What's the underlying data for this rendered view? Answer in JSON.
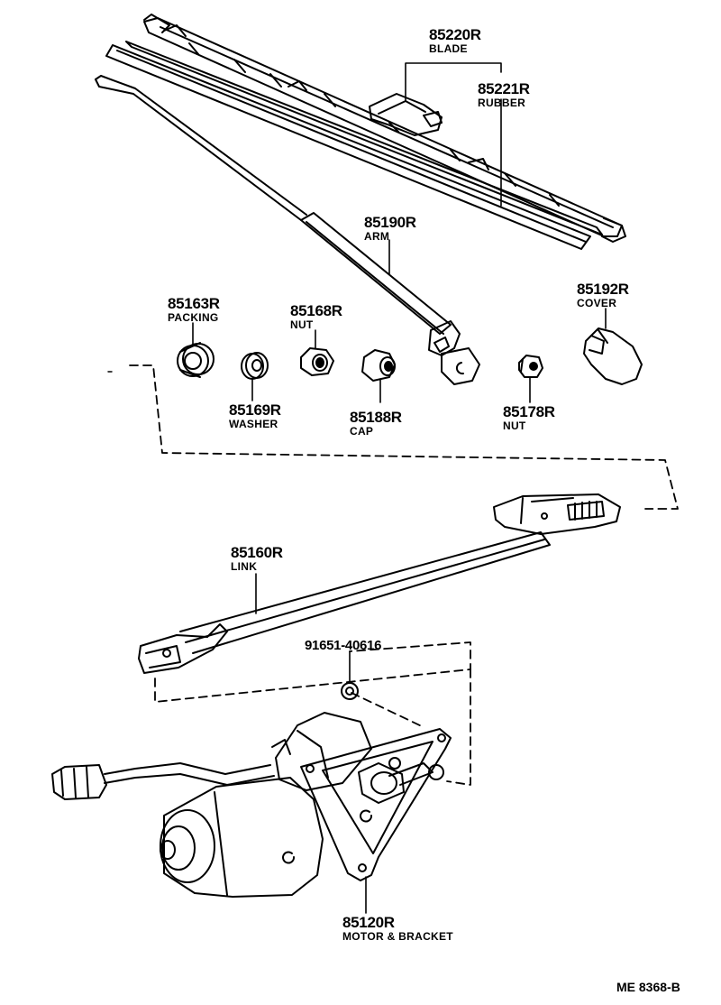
{
  "parts": {
    "blade": {
      "number": "85220R",
      "name": "BLADE"
    },
    "rubber": {
      "number": "85221R",
      "name": "RUBBER"
    },
    "arm": {
      "number": "85190R",
      "name": "ARM"
    },
    "packing": {
      "number": "85163R",
      "name": "PACKING"
    },
    "nut1": {
      "number": "85168R",
      "name": "NUT"
    },
    "cover": {
      "number": "85192R",
      "name": "COVER"
    },
    "washer": {
      "number": "85169R",
      "name": "WASHER"
    },
    "cap": {
      "number": "85188R",
      "name": "CAP"
    },
    "nut2": {
      "number": "85178R",
      "name": "NUT"
    },
    "link": {
      "number": "85160R",
      "name": "LINK"
    },
    "bolt": {
      "number": "91651-40616"
    },
    "motor": {
      "number": "85120R",
      "name": "MOTOR & BRACKET"
    }
  },
  "reference": "ME  8368-B"
}
